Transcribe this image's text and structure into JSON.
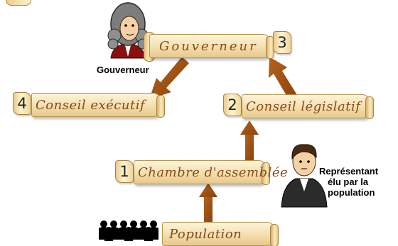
{
  "nodes": {
    "gouverneur": {
      "label": "Gouverneur"
    },
    "conseil_executif": {
      "number": "4",
      "label": "Conseil exécutif"
    },
    "conseil_legislatif": {
      "number": "2",
      "label": "Conseil législatif"
    },
    "chambre": {
      "number": "1",
      "label": "Chambre d'assemblée"
    },
    "population": {
      "label": "Population"
    },
    "gouverneur_num": {
      "number": "3"
    }
  },
  "captions": {
    "gouverneur": "Gouverneur",
    "representant_line1": "Représentant",
    "representant_line2": "élu par la",
    "representant_line3": "population"
  },
  "colors": {
    "arrow": "#9c4f12",
    "scroll_text": "#8a4a1a"
  }
}
